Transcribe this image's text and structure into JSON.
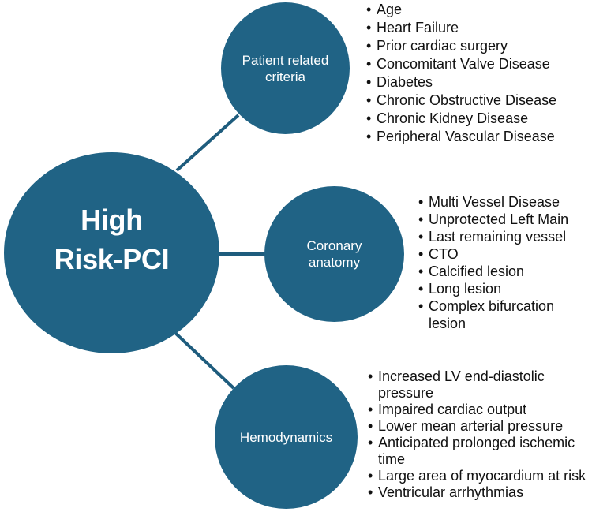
{
  "diagram": {
    "title": "High\nRisk-PCI",
    "colors": {
      "node_fill": "#206385",
      "connector": "#1E5C7D",
      "label_text": "#FFFFFF",
      "list_text": "#111111"
    },
    "nodes": {
      "patient": {
        "label": "Patient related\ncriteria",
        "items": [
          "Age",
          "Heart Failure",
          "Prior cardiac surgery",
          "Concomitant Valve Disease",
          "Diabetes",
          "Chronic Obstructive Disease",
          "Chronic Kidney Disease",
          "Peripheral Vascular Disease"
        ]
      },
      "coronary": {
        "label": "Coronary\nanatomy",
        "items": [
          "Multi Vessel Disease",
          "Unprotected Left Main",
          "Last remaining vessel",
          "CTO",
          "Calcified lesion",
          "Long lesion",
          "Complex bifurcation lesion"
        ]
      },
      "hemodynamics": {
        "label": "Hemodynamics",
        "items": [
          "Increased LV end-diastolic\npressure",
          "Impaired cardiac output",
          "Lower mean arterial pressure",
          "Anticipated prolonged ischemic\ntime",
          "Large area of myocardium at risk",
          "Ventricular arrhythmias"
        ]
      }
    }
  }
}
